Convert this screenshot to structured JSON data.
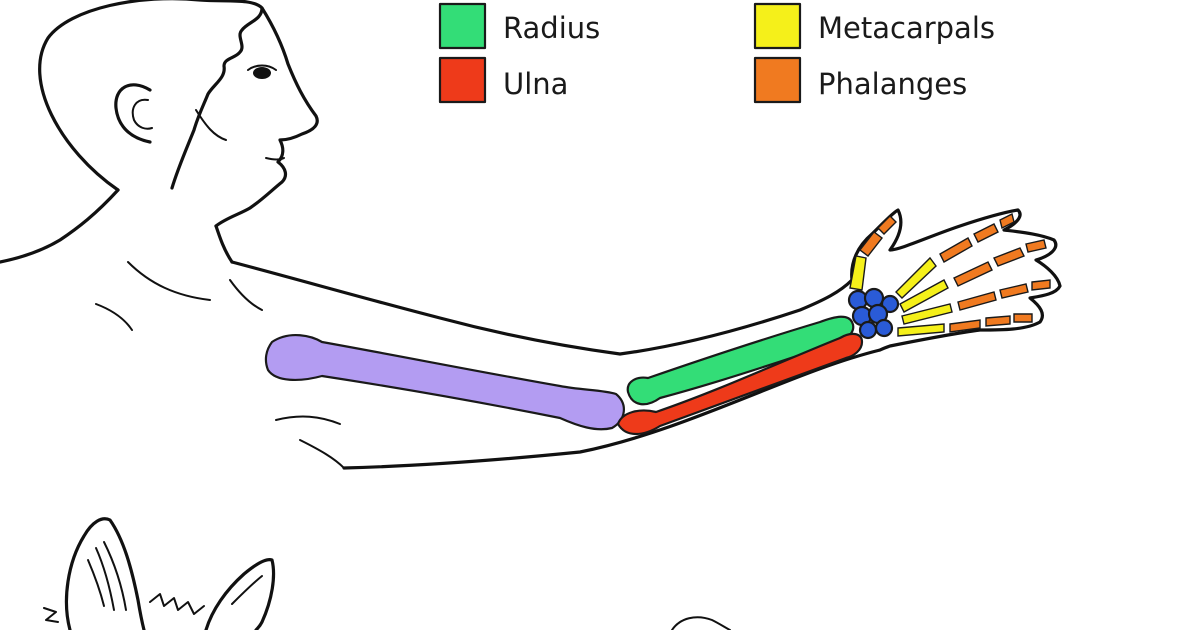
{
  "legend": {
    "items": [
      {
        "id": "radius",
        "label": "Radius",
        "color": "#33dd77"
      },
      {
        "id": "ulna",
        "label": "Ulna",
        "color": "#ee3a1a"
      },
      {
        "id": "metacarpals",
        "label": "Metacarpals",
        "color": "#f5f01a"
      },
      {
        "id": "phalanges",
        "label": "Phalanges",
        "color": "#f07a20"
      }
    ]
  },
  "bone_colors": {
    "humerus": "#b39cf2",
    "carpals": "#2a5bd7"
  }
}
